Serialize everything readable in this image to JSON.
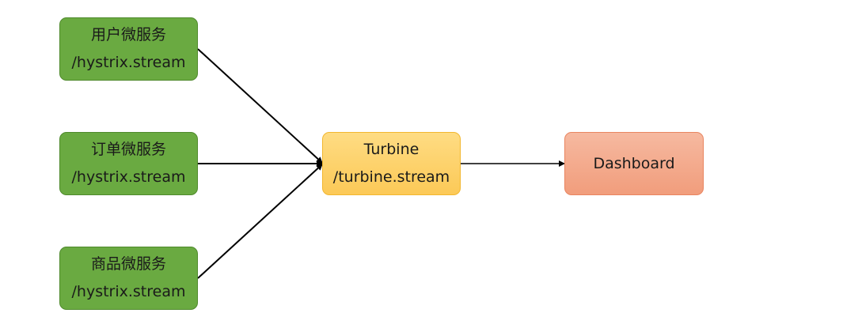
{
  "nodes": {
    "user_service": {
      "name": "用户微服务",
      "endpoint": "/hystrix.stream",
      "color": "#6aaa41"
    },
    "order_service": {
      "name": "订单微服务",
      "endpoint": "/hystrix.stream",
      "color": "#6aaa41"
    },
    "product_service": {
      "name": "商品微服务",
      "endpoint": "/hystrix.stream",
      "color": "#6aaa41"
    },
    "turbine": {
      "name": "Turbine",
      "endpoint": "/turbine.stream",
      "color": "#fcc957"
    },
    "dashboard": {
      "name": "Dashboard",
      "color": "#f19d7c"
    }
  },
  "edges": [
    {
      "from": "user_service",
      "to": "turbine"
    },
    {
      "from": "order_service",
      "to": "turbine"
    },
    {
      "from": "product_service",
      "to": "turbine"
    },
    {
      "from": "turbine",
      "to": "dashboard"
    }
  ]
}
